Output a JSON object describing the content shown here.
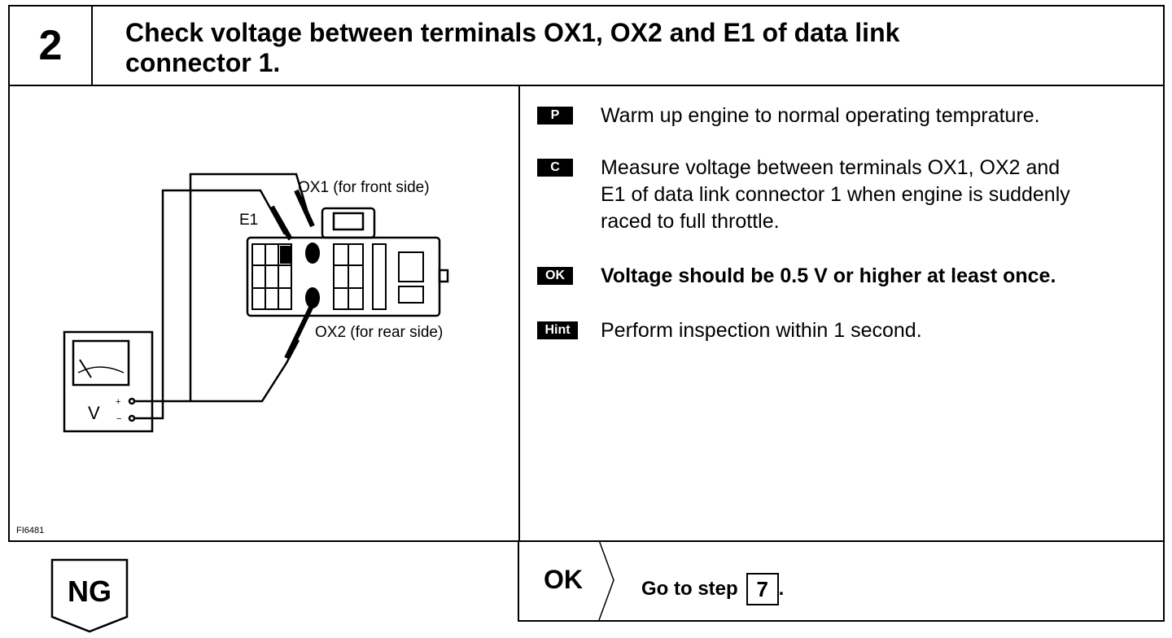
{
  "step": {
    "number": "2",
    "title_line1": "Check voltage between terminals OX1, OX2 and E1 of data link",
    "title_line2": "connector 1."
  },
  "figure": {
    "id": "FI6481",
    "labels": {
      "ox1": "OX1  (for front side)",
      "ox2": "OX2  (for rear side)",
      "e1": "E1",
      "v": "V",
      "plus": "+",
      "minus": "−"
    }
  },
  "instructions": [
    {
      "tag": "P",
      "lines": [
        "Warm up engine to normal operating temprature."
      ]
    },
    {
      "tag": "C",
      "lines": [
        "Measure voltage between terminals OX1, OX2 and",
        "E1 of data link connector 1 when engine is suddenly",
        "raced to full throttle."
      ]
    },
    {
      "tag": "OK",
      "lines": [
        "Voltage should be 0.5 V or higher at least once."
      ]
    },
    {
      "tag": "Hint",
      "lines": [
        "Perform inspection within 1 second."
      ]
    }
  ],
  "result_ok": {
    "label": "OK",
    "goto_text": "Go to step",
    "goto_step": "7",
    "suffix": "."
  },
  "result_ng": {
    "label": "NG"
  }
}
